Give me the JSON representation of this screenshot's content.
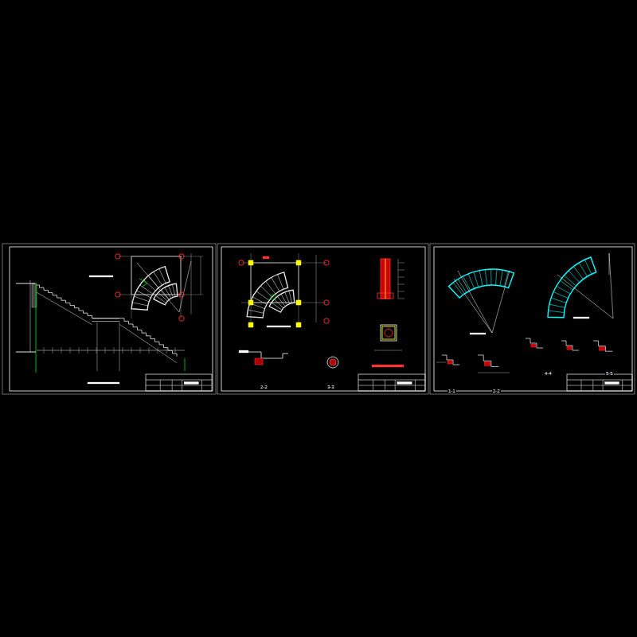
{
  "diagram": {
    "labels": [
      "2-2",
      "3-3",
      "1-1",
      "2-2",
      "4-4",
      "5-5"
    ]
  }
}
